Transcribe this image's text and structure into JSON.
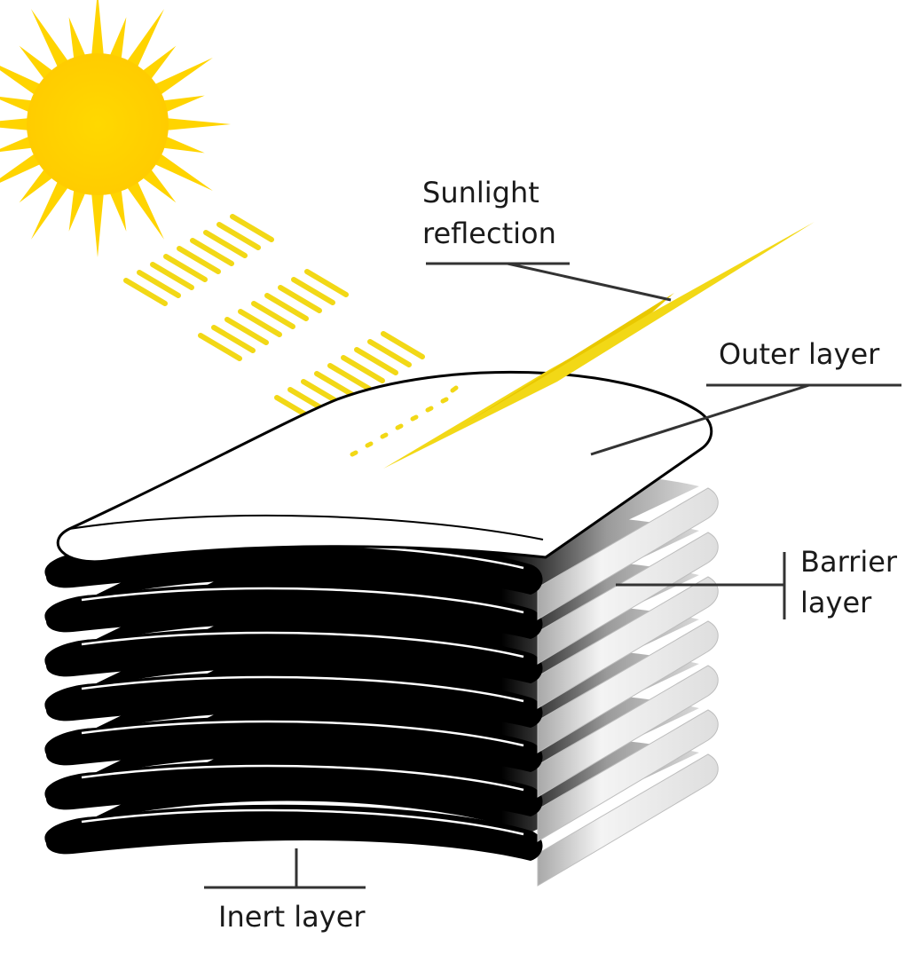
{
  "labels": {
    "sunlight_line1": "Sunlight",
    "sunlight_line2": "reflection",
    "outer": "Outer layer",
    "barrier_line1": "Barrier",
    "barrier_line2": "layer",
    "inert": "Inert layer"
  },
  "colors": {
    "sun": "#ffd400",
    "ray": "#f2d816",
    "layer_dark": "#000000",
    "layer_light": "#e6e6e6",
    "outline": "#000000",
    "leader": "#333333"
  },
  "icons": {
    "sun": "sun-icon"
  }
}
